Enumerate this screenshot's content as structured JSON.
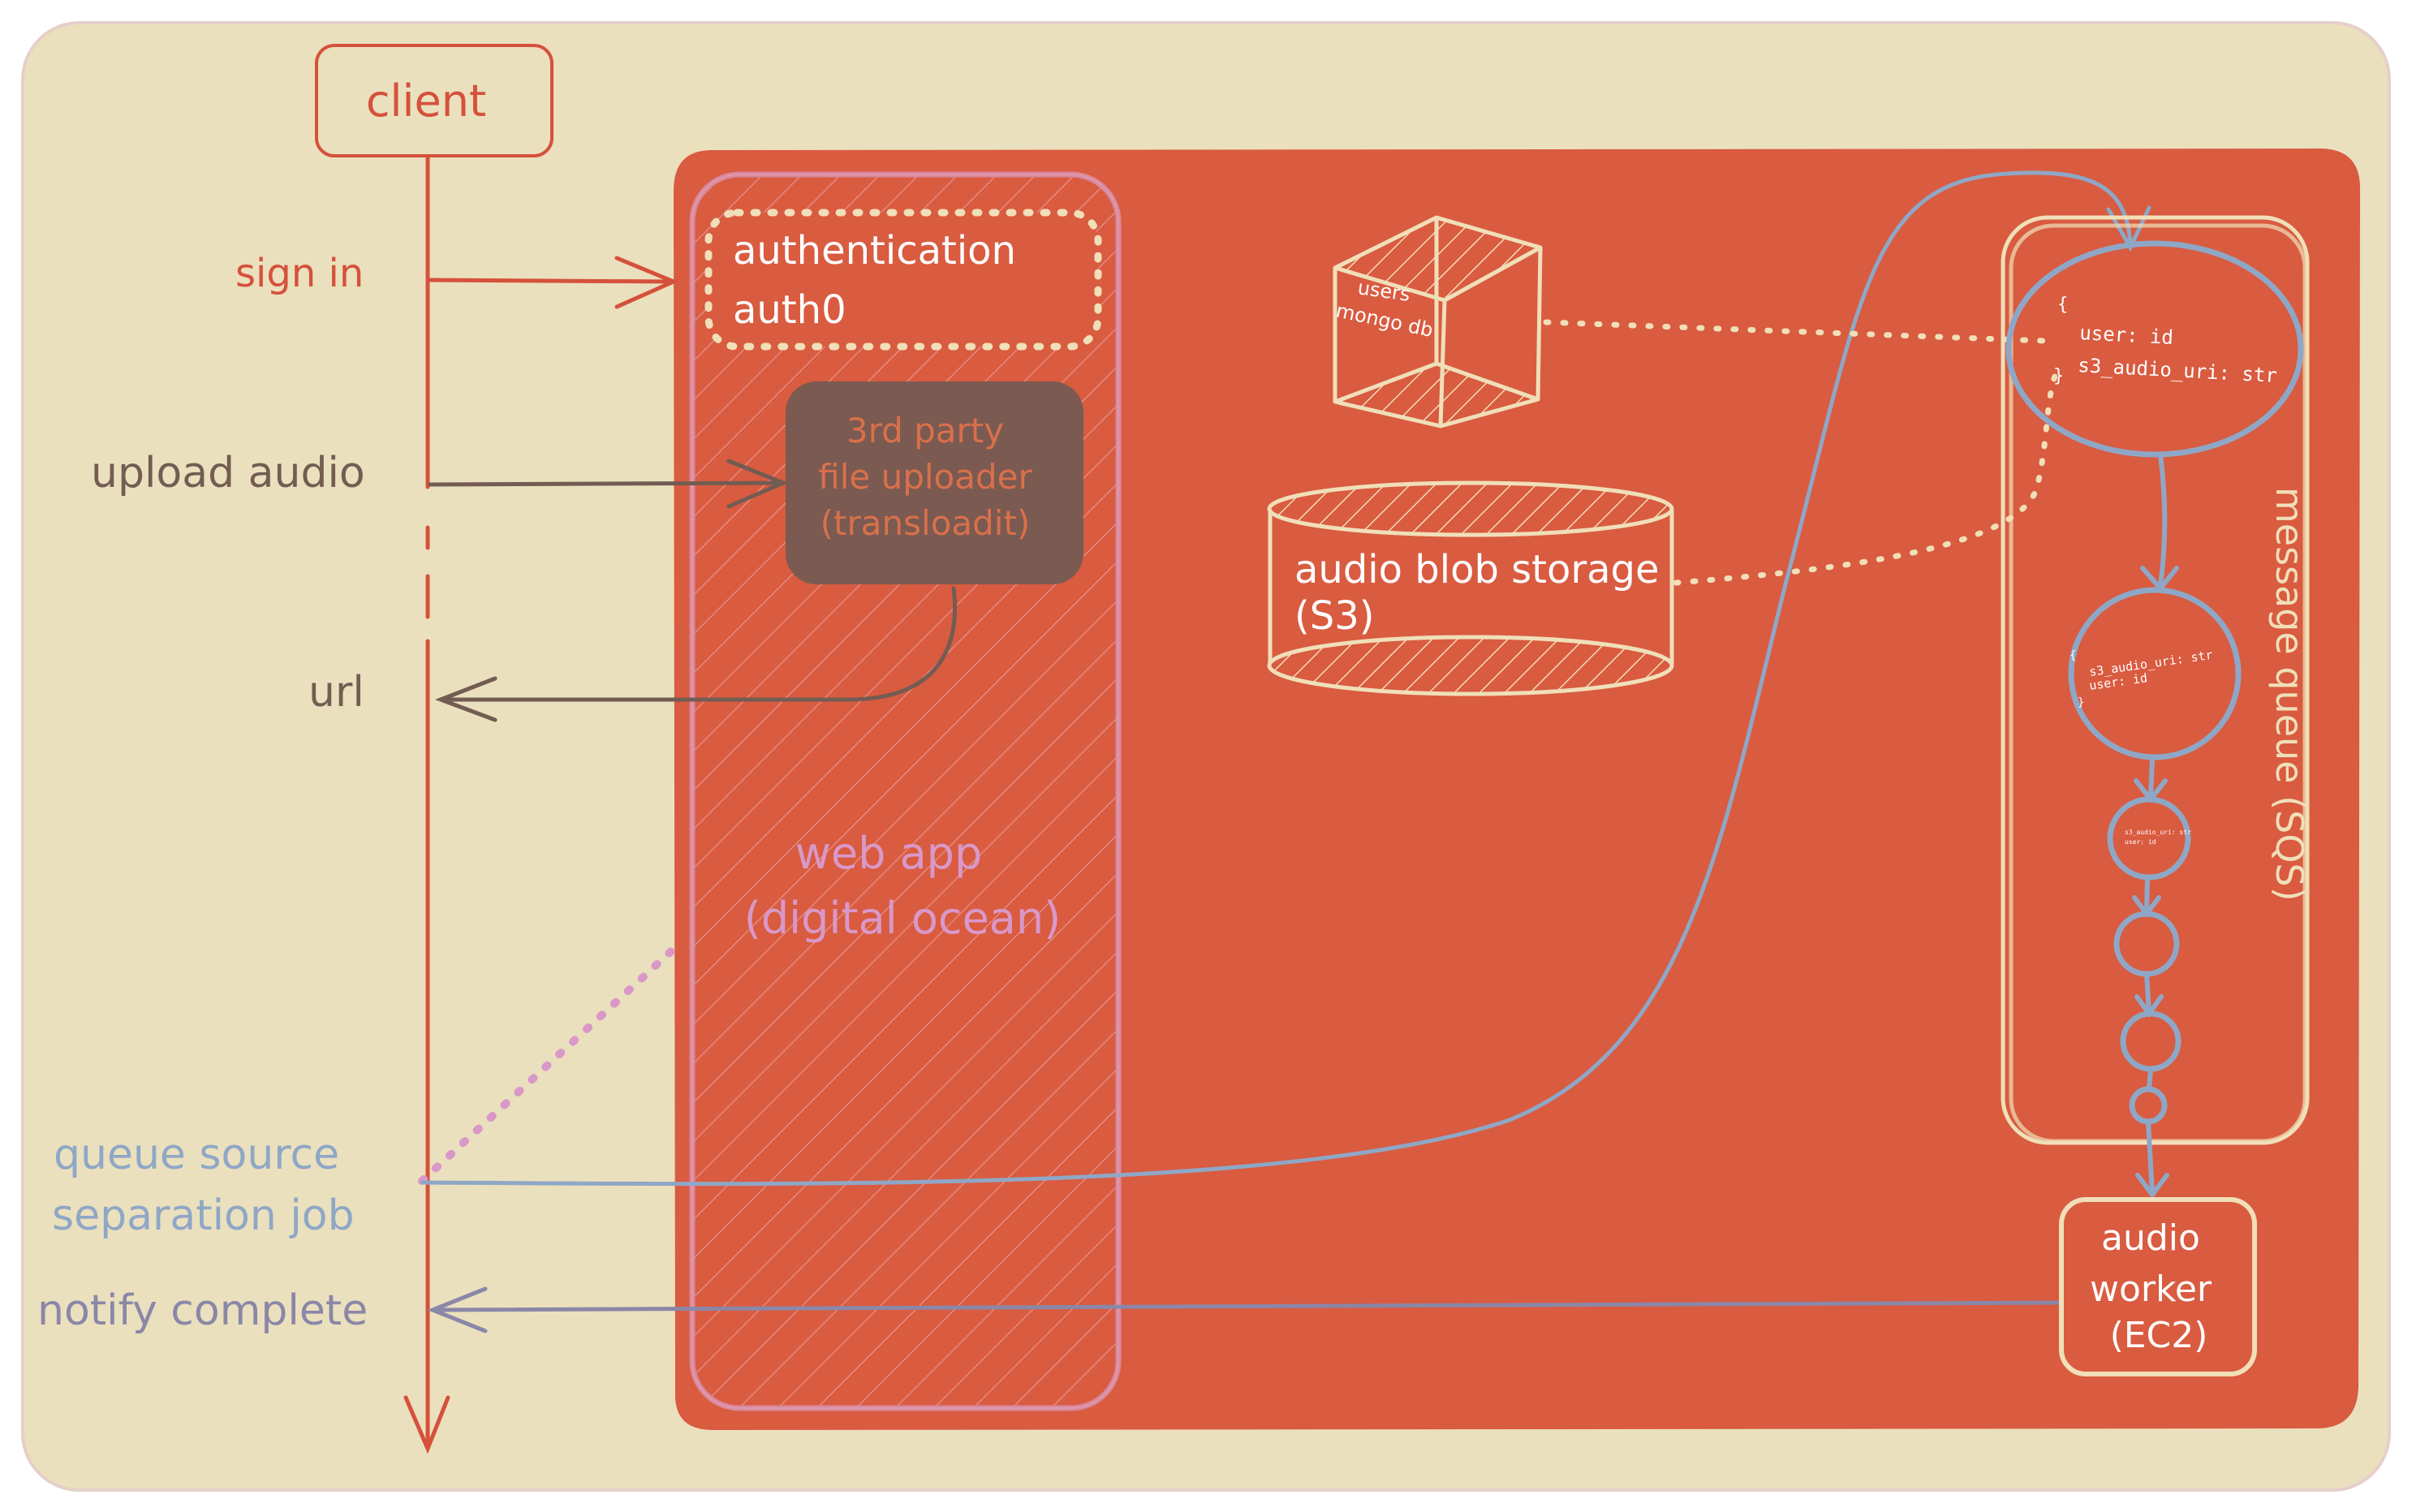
{
  "colors": {
    "canvas": "#ebe0bd",
    "canvas_border": "#e6cfc9",
    "infra_panel": "#d95b40",
    "client_red": "#d5513c",
    "brown": "#735c52",
    "blue_gray": "#8fa7c6",
    "purple_gray": "#8a87a8",
    "pink": "#d998c8",
    "web_app_border": "#d9889c",
    "cream": "#f0dfb8",
    "uploader_box": "#7b5a51",
    "uploader_text": "#d9704b",
    "white": "#ffffff"
  },
  "client": {
    "label": "client"
  },
  "flow": {
    "sign_in": "sign in",
    "upload_audio": "upload audio",
    "url": "url",
    "queue_job_line1": "queue source",
    "queue_job_line2": "separation job",
    "notify_complete": "notify complete"
  },
  "web_app": {
    "label_line1": "web app",
    "label_line2": "(digital ocean)",
    "auth_line1": "authentication",
    "auth_line2": "auth0",
    "uploader_line1": "3rd party",
    "uploader_line2": "file uploader",
    "uploader_line3": "(transloadit)"
  },
  "users_db": {
    "line1": "users",
    "line2": "mongo db"
  },
  "blob_storage": {
    "line1": "audio blob storage",
    "line2": "(S3)"
  },
  "queue": {
    "label": "message queue (SQS)",
    "message1": [
      "{",
      "user: id",
      "s3_audio_uri: str",
      "}"
    ],
    "message2": [
      "{",
      "s3_audio_uri: str",
      "user: id",
      "}"
    ],
    "message3": [
      "s3_audio_uri: str",
      "user: id"
    ]
  },
  "worker": {
    "line1": "audio",
    "line2": "worker",
    "line3": "(EC2)"
  }
}
